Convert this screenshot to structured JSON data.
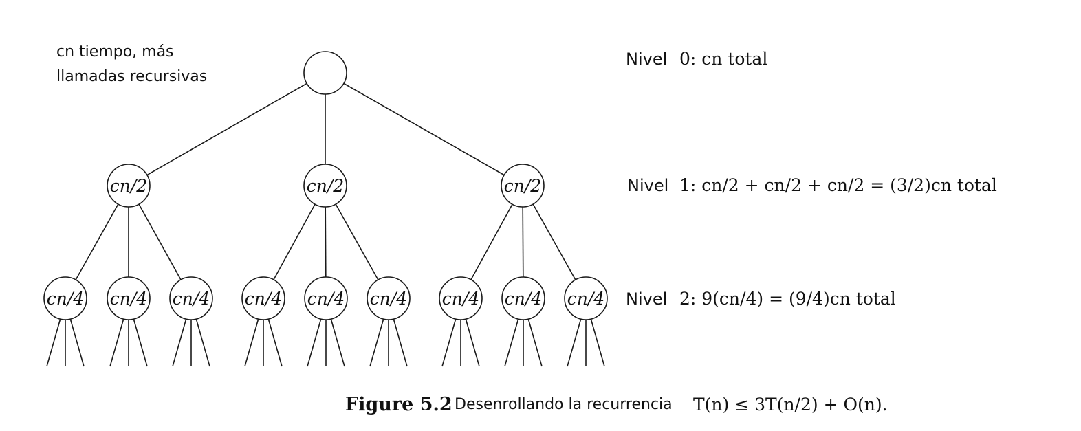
{
  "annotation": {
    "line1": "cn tiempo, más",
    "line2": "llamadas recursivas"
  },
  "tree": {
    "root_label": "",
    "level1_label": "cn/2",
    "level2_label": "cn/4"
  },
  "levels": [
    {
      "word": "Nivel",
      "expr": "0: cn total"
    },
    {
      "word": "Nivel",
      "expr": "1: cn/2 + cn/2 + cn/2 = (3/2)cn total"
    },
    {
      "word": "Nivel",
      "expr": "2: 9(cn/4) = (9/4)cn total"
    }
  ],
  "caption": {
    "figure_label": "Figure 5.2",
    "text": "Desenrollando la recurrencia",
    "formula": "T(n) ≤ 3T(n/2) + O(n)."
  }
}
